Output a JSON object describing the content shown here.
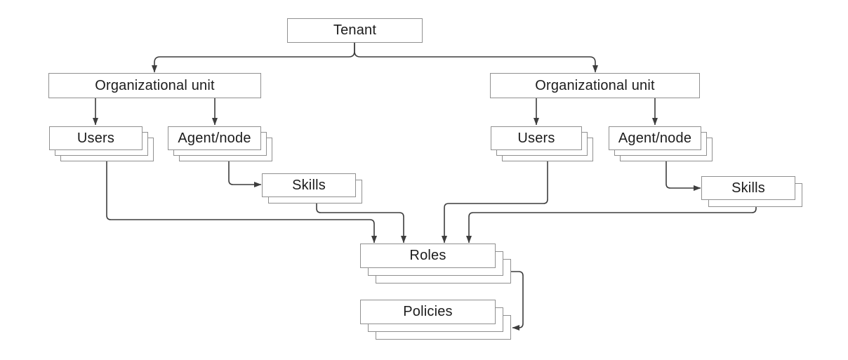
{
  "diagram": {
    "type": "hierarchy",
    "background": "#ffffff",
    "nodes": {
      "tenant": {
        "label": "Tenant",
        "stacked": false,
        "stack_count": 1
      },
      "ou_left": {
        "label": "Organizational unit",
        "stacked": false,
        "stack_count": 1
      },
      "ou_right": {
        "label": "Organizational unit",
        "stacked": false,
        "stack_count": 1
      },
      "users_left": {
        "label": "Users",
        "stacked": true,
        "stack_count": 3
      },
      "agent_left": {
        "label": "Agent/node",
        "stacked": true,
        "stack_count": 3
      },
      "skills_left": {
        "label": "Skills",
        "stacked": true,
        "stack_count": 2
      },
      "users_right": {
        "label": "Users",
        "stacked": true,
        "stack_count": 3
      },
      "agent_right": {
        "label": "Agent/node",
        "stacked": true,
        "stack_count": 3
      },
      "skills_right": {
        "label": "Skills",
        "stacked": true,
        "stack_count": 2
      },
      "roles": {
        "label": "Roles",
        "stacked": true,
        "stack_count": 3
      },
      "policies": {
        "label": "Policies",
        "stacked": true,
        "stack_count": 3
      }
    },
    "edges": [
      {
        "from": "tenant",
        "to": "ou_left"
      },
      {
        "from": "tenant",
        "to": "ou_right"
      },
      {
        "from": "ou_left",
        "to": "users_left"
      },
      {
        "from": "ou_left",
        "to": "agent_left"
      },
      {
        "from": "agent_left",
        "to": "skills_left"
      },
      {
        "from": "ou_right",
        "to": "users_right"
      },
      {
        "from": "ou_right",
        "to": "agent_right"
      },
      {
        "from": "agent_right",
        "to": "skills_right"
      },
      {
        "from": "users_left",
        "to": "roles"
      },
      {
        "from": "skills_left",
        "to": "roles"
      },
      {
        "from": "users_right",
        "to": "roles"
      },
      {
        "from": "skills_right",
        "to": "roles"
      },
      {
        "from": "roles",
        "to": "policies"
      }
    ],
    "colors": {
      "box_border": "#909090",
      "box_fill": "#ffffff",
      "connector": "#3d3d3d",
      "text": "#1c1c1c"
    }
  }
}
